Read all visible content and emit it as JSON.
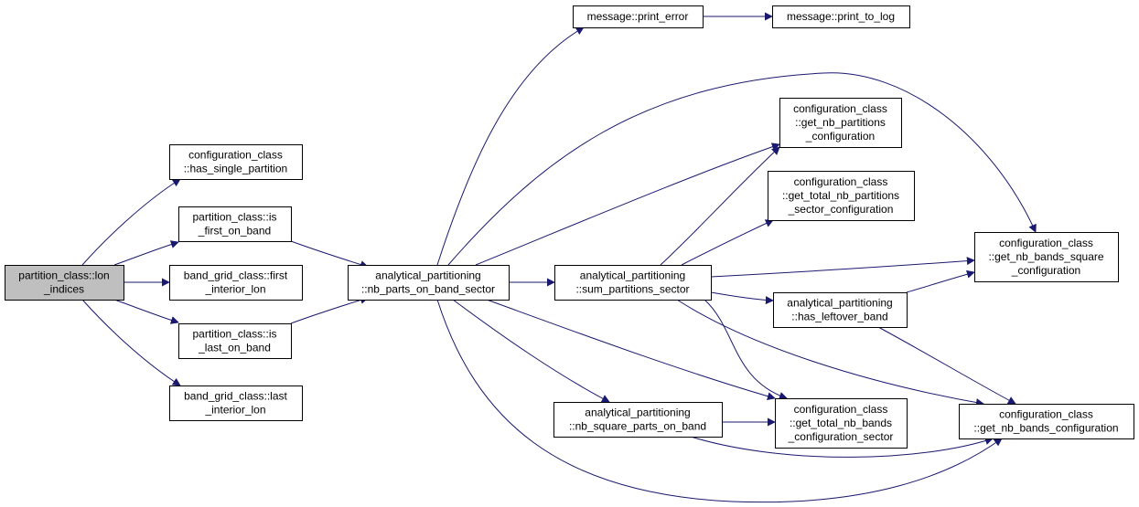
{
  "colors": {
    "edge": "#191970",
    "root_fill": "#bfbfbf",
    "node_fill": "#ffffff",
    "border": "#000000"
  },
  "nodes": {
    "lon_indices": [
      "partition_class::lon",
      "_indices"
    ],
    "has_single_partition": [
      "configuration_class",
      "::has_single_partition"
    ],
    "is_first_on_band": [
      "partition_class::is",
      "_first_on_band"
    ],
    "first_interior_lon": [
      "band_grid_class::first",
      "_interior_lon"
    ],
    "is_last_on_band": [
      "partition_class::is",
      "_last_on_band"
    ],
    "last_interior_lon": [
      "band_grid_class::last",
      "_interior_lon"
    ],
    "nb_parts_on_band_sector": [
      "analytical_partitioning",
      "::nb_parts_on_band_sector"
    ],
    "print_error": [
      "message::print_error"
    ],
    "print_to_log": [
      "message::print_to_log"
    ],
    "get_nb_partitions_configuration": [
      "configuration_class",
      "::get_nb_partitions",
      "_configuration"
    ],
    "get_total_nb_partitions_sector_configuration": [
      "configuration_class",
      "::get_total_nb_partitions",
      "_sector_configuration"
    ],
    "sum_partitions_sector": [
      "analytical_partitioning",
      "::sum_partitions_sector"
    ],
    "get_nb_bands_square_configuration": [
      "configuration_class",
      "::get_nb_bands_square",
      "_configuration"
    ],
    "has_leftover_band": [
      "analytical_partitioning",
      "::has_leftover_band"
    ],
    "nb_square_parts_on_band": [
      "analytical_partitioning",
      "::nb_square_parts_on_band"
    ],
    "get_total_nb_bands_configuration_sector": [
      "configuration_class",
      "::get_total_nb_bands",
      "_configuration_sector"
    ],
    "get_nb_bands_configuration": [
      "configuration_class",
      "::get_nb_bands_configuration"
    ]
  },
  "edges": [
    [
      "lon_indices",
      "has_single_partition"
    ],
    [
      "lon_indices",
      "is_first_on_band"
    ],
    [
      "lon_indices",
      "first_interior_lon"
    ],
    [
      "lon_indices",
      "is_last_on_band"
    ],
    [
      "lon_indices",
      "last_interior_lon"
    ],
    [
      "is_first_on_band",
      "nb_parts_on_band_sector"
    ],
    [
      "is_last_on_band",
      "nb_parts_on_band_sector"
    ],
    [
      "nb_parts_on_band_sector",
      "print_error"
    ],
    [
      "print_error",
      "print_to_log"
    ],
    [
      "nb_parts_on_band_sector",
      "get_nb_bands_square_configuration"
    ],
    [
      "nb_parts_on_band_sector",
      "get_nb_partitions_configuration"
    ],
    [
      "nb_parts_on_band_sector",
      "sum_partitions_sector"
    ],
    [
      "nb_parts_on_band_sector",
      "nb_square_parts_on_band"
    ],
    [
      "nb_parts_on_band_sector",
      "get_total_nb_bands_configuration_sector"
    ],
    [
      "nb_parts_on_band_sector",
      "get_nb_bands_configuration"
    ],
    [
      "sum_partitions_sector",
      "get_nb_partitions_configuration"
    ],
    [
      "sum_partitions_sector",
      "get_total_nb_partitions_sector_configuration"
    ],
    [
      "sum_partitions_sector",
      "get_nb_bands_square_configuration"
    ],
    [
      "sum_partitions_sector",
      "has_leftover_band"
    ],
    [
      "sum_partitions_sector",
      "get_total_nb_bands_configuration_sector"
    ],
    [
      "sum_partitions_sector",
      "get_nb_bands_configuration"
    ],
    [
      "has_leftover_band",
      "get_nb_bands_square_configuration"
    ],
    [
      "has_leftover_band",
      "get_nb_bands_configuration"
    ],
    [
      "nb_square_parts_on_band",
      "get_total_nb_bands_configuration_sector"
    ],
    [
      "nb_square_parts_on_band",
      "get_nb_bands_configuration"
    ]
  ]
}
